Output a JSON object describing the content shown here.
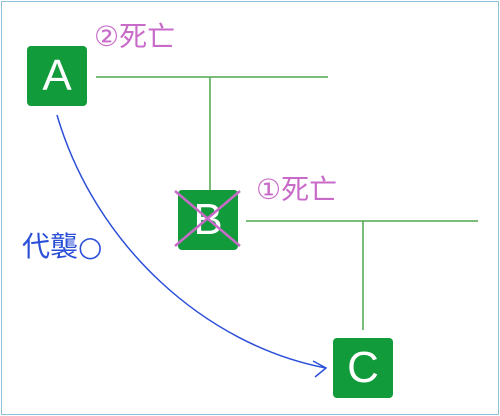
{
  "nodes": {
    "a": {
      "label": "A"
    },
    "b": {
      "label": "B",
      "crossed_out": true
    },
    "c": {
      "label": "C"
    }
  },
  "annotations": {
    "a_status": "②死亡",
    "b_status": "①死亡",
    "arrow_label": "代襲○"
  },
  "colors": {
    "node_fill": "#119b3a",
    "node_text": "#ffffff",
    "tree_line": "#4fa64f",
    "status_text": "#c86bc8",
    "cross_mark": "#c86bc8",
    "arrow": "#2b4fd9",
    "frame_border": "#8ec1d8"
  }
}
